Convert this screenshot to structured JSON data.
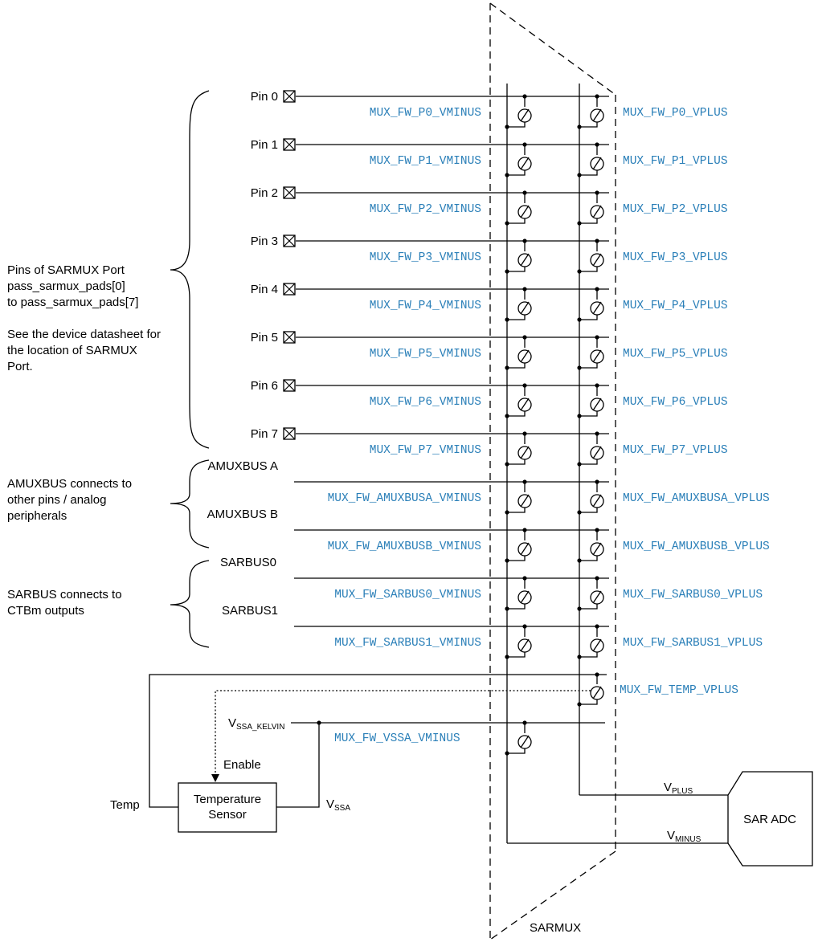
{
  "pins": [
    {
      "label": "Pin 0",
      "vminus": "MUX_FW_P0_VMINUS",
      "vplus": "MUX_FW_P0_VPLUS"
    },
    {
      "label": "Pin 1",
      "vminus": "MUX_FW_P1_VMINUS",
      "vplus": "MUX_FW_P1_VPLUS"
    },
    {
      "label": "Pin 2",
      "vminus": "MUX_FW_P2_VMINUS",
      "vplus": "MUX_FW_P2_VPLUS"
    },
    {
      "label": "Pin 3",
      "vminus": "MUX_FW_P3_VMINUS",
      "vplus": "MUX_FW_P3_VPLUS"
    },
    {
      "label": "Pin 4",
      "vminus": "MUX_FW_P4_VMINUS",
      "vplus": "MUX_FW_P4_VPLUS"
    },
    {
      "label": "Pin 5",
      "vminus": "MUX_FW_P5_VMINUS",
      "vplus": "MUX_FW_P5_VPLUS"
    },
    {
      "label": "Pin 6",
      "vminus": "MUX_FW_P6_VMINUS",
      "vplus": "MUX_FW_P6_VPLUS"
    },
    {
      "label": "Pin 7",
      "vminus": "MUX_FW_P7_VMINUS",
      "vplus": "MUX_FW_P7_VPLUS"
    }
  ],
  "buses": [
    {
      "label": "AMUXBUS A",
      "vminus": "MUX_FW_AMUXBUSA_VMINUS",
      "vplus": "MUX_FW_AMUXBUSA_VPLUS"
    },
    {
      "label": "AMUXBUS B",
      "vminus": "MUX_FW_AMUXBUSB_VMINUS",
      "vplus": "MUX_FW_AMUXBUSB_VPLUS"
    },
    {
      "label": "SARBUS0",
      "vminus": "MUX_FW_SARBUS0_VMINUS",
      "vplus": "MUX_FW_SARBUS0_VPLUS"
    },
    {
      "label": "SARBUS1",
      "vminus": "MUX_FW_SARBUS1_VMINUS",
      "vplus": "MUX_FW_SARBUS1_VPLUS"
    }
  ],
  "notes": {
    "pins_lines": [
      "Pins of SARMUX Port",
      "pass_sarmux_pads[0]",
      "to pass_sarmux_pads[7]",
      "",
      "See the device datasheet for",
      "the location of SARMUX",
      "Port."
    ],
    "amuxbus_lines": [
      "AMUXBUS connects to",
      "other pins / analog",
      "peripherals"
    ],
    "sarbus_lines": [
      "SARBUS connects to",
      "CTBm outputs"
    ]
  },
  "temp": {
    "vplus_signal": "MUX_FW_TEMP_VPLUS",
    "vssa_signal": "MUX_FW_VSSA_VMINUS",
    "vssa_kelvin_main": "V",
    "vssa_kelvin_sub": "SSA_KELVIN",
    "vssa_main": "V",
    "vssa_sub": "SSA",
    "enable": "Enable",
    "temp_label": "Temp",
    "sensor_line1": "Temperature",
    "sensor_line2": "Sensor"
  },
  "adc": {
    "label": "SAR ADC",
    "vplus_main": "V",
    "vplus_sub": "PLUS",
    "vminus_main": "V",
    "vminus_sub": "MINUS"
  },
  "sarmux_label": "SARMUX"
}
